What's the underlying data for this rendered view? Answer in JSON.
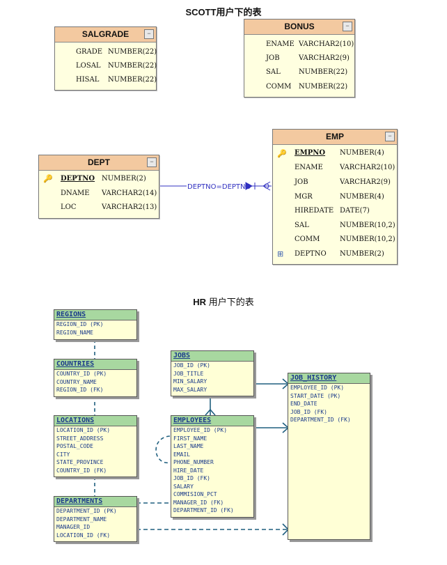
{
  "scott": {
    "title": "SCOTT用户下的表",
    "salgrade": {
      "name": "SALGRADE",
      "columns": [
        {
          "name": "GRADE",
          "type": "NUMBER(22)"
        },
        {
          "name": "LOSAL",
          "type": "NUMBER(22)"
        },
        {
          "name": "HISAL",
          "type": "NUMBER(22)"
        }
      ]
    },
    "bonus": {
      "name": "BONUS",
      "columns": [
        {
          "name": "ENAME",
          "type": "VARCHAR2(10)"
        },
        {
          "name": "JOB",
          "type": "VARCHAR2(9)"
        },
        {
          "name": "SAL",
          "type": "NUMBER(22)"
        },
        {
          "name": "COMM",
          "type": "NUMBER(22)"
        }
      ]
    },
    "dept": {
      "name": "DEPT",
      "columns": [
        {
          "name": "DEPTNO",
          "type": "NUMBER(2)"
        },
        {
          "name": "DNAME",
          "type": "VARCHAR2(14)"
        },
        {
          "name": "LOC",
          "type": "VARCHAR2(13)"
        }
      ]
    },
    "emp": {
      "name": "EMP",
      "columns": [
        {
          "name": "EMPNO",
          "type": "NUMBER(4)"
        },
        {
          "name": "ENAME",
          "type": "VARCHAR2(10)"
        },
        {
          "name": "JOB",
          "type": "VARCHAR2(9)"
        },
        {
          "name": "MGR",
          "type": "NUMBER(4)"
        },
        {
          "name": "HIREDATE",
          "type": "DATE(7)"
        },
        {
          "name": "SAL",
          "type": "NUMBER(10,2)"
        },
        {
          "name": "COMM",
          "type": "NUMBER(10,2)"
        },
        {
          "name": "DEPTNO",
          "type": "NUMBER(2)"
        }
      ]
    },
    "relation_label": "DEPTNO=DEPTNO"
  },
  "hr": {
    "title_prefix": "HR",
    "title_suffix": " 用户下的表",
    "regions": {
      "name": "REGIONS",
      "columns": [
        "REGION_ID (PK)",
        "REGION_NAME"
      ]
    },
    "countries": {
      "name": "COUNTRIES",
      "columns": [
        "COUNTRY_ID (PK)",
        "COUNTRY_NAME",
        "REGION_ID (FK)"
      ]
    },
    "locations": {
      "name": "LOCATIONS",
      "columns": [
        "LOCATION_ID (PK)",
        "STREET_ADDRESS",
        "POSTAL_CODE",
        "CITY",
        "STATE_PROVINCE",
        "COUNTRY_ID (FK)"
      ]
    },
    "departments": {
      "name": "DEPARTMENTS",
      "columns": [
        "DEPARTMENT_ID (PK)",
        "DEPARTMENT_NAME",
        "MANAGER_ID",
        "LOCATION_ID (FK)"
      ]
    },
    "jobs": {
      "name": "JOBS",
      "columns": [
        "JOB_ID (PK)",
        "JOB_TITLE",
        "MIN_SALARY",
        "MAX_SALARY"
      ]
    },
    "employees": {
      "name": "EMPLOYEES",
      "columns": [
        "EMPLOYEE_ID (PK)",
        "FIRST_NAME",
        "LAST_NAME",
        "EMAIL",
        "PHONE_NUMBER",
        "HIRE_DATE",
        "JOB_ID (FK)",
        "SALARY",
        "COMMISION_PCT",
        "MANAGER_ID (FK)",
        "DEPARTMENT_ID (FK)"
      ]
    },
    "job_history": {
      "name": "JOB_HISTORY",
      "columns": [
        "EMPLOYEE_ID (PK)",
        "START_DATE (PK)",
        "END_DATE",
        "JOB_ID (FK)",
        "DEPARTMENT_ID (FK)"
      ]
    }
  },
  "colors": {
    "scott_header": "#f3c9a0",
    "scott_body": "#ffffe0",
    "hr_header": "#a8d8a0",
    "hr_body": "#ffffd6",
    "hr_text": "#1a3a8a",
    "relation_line": "#3030c0",
    "hr_line": "#1f5f7f"
  },
  "icons": {
    "minimize": "minimize-icon",
    "primary_key": "key-icon",
    "foreign_key": "foreign-key-icon"
  }
}
